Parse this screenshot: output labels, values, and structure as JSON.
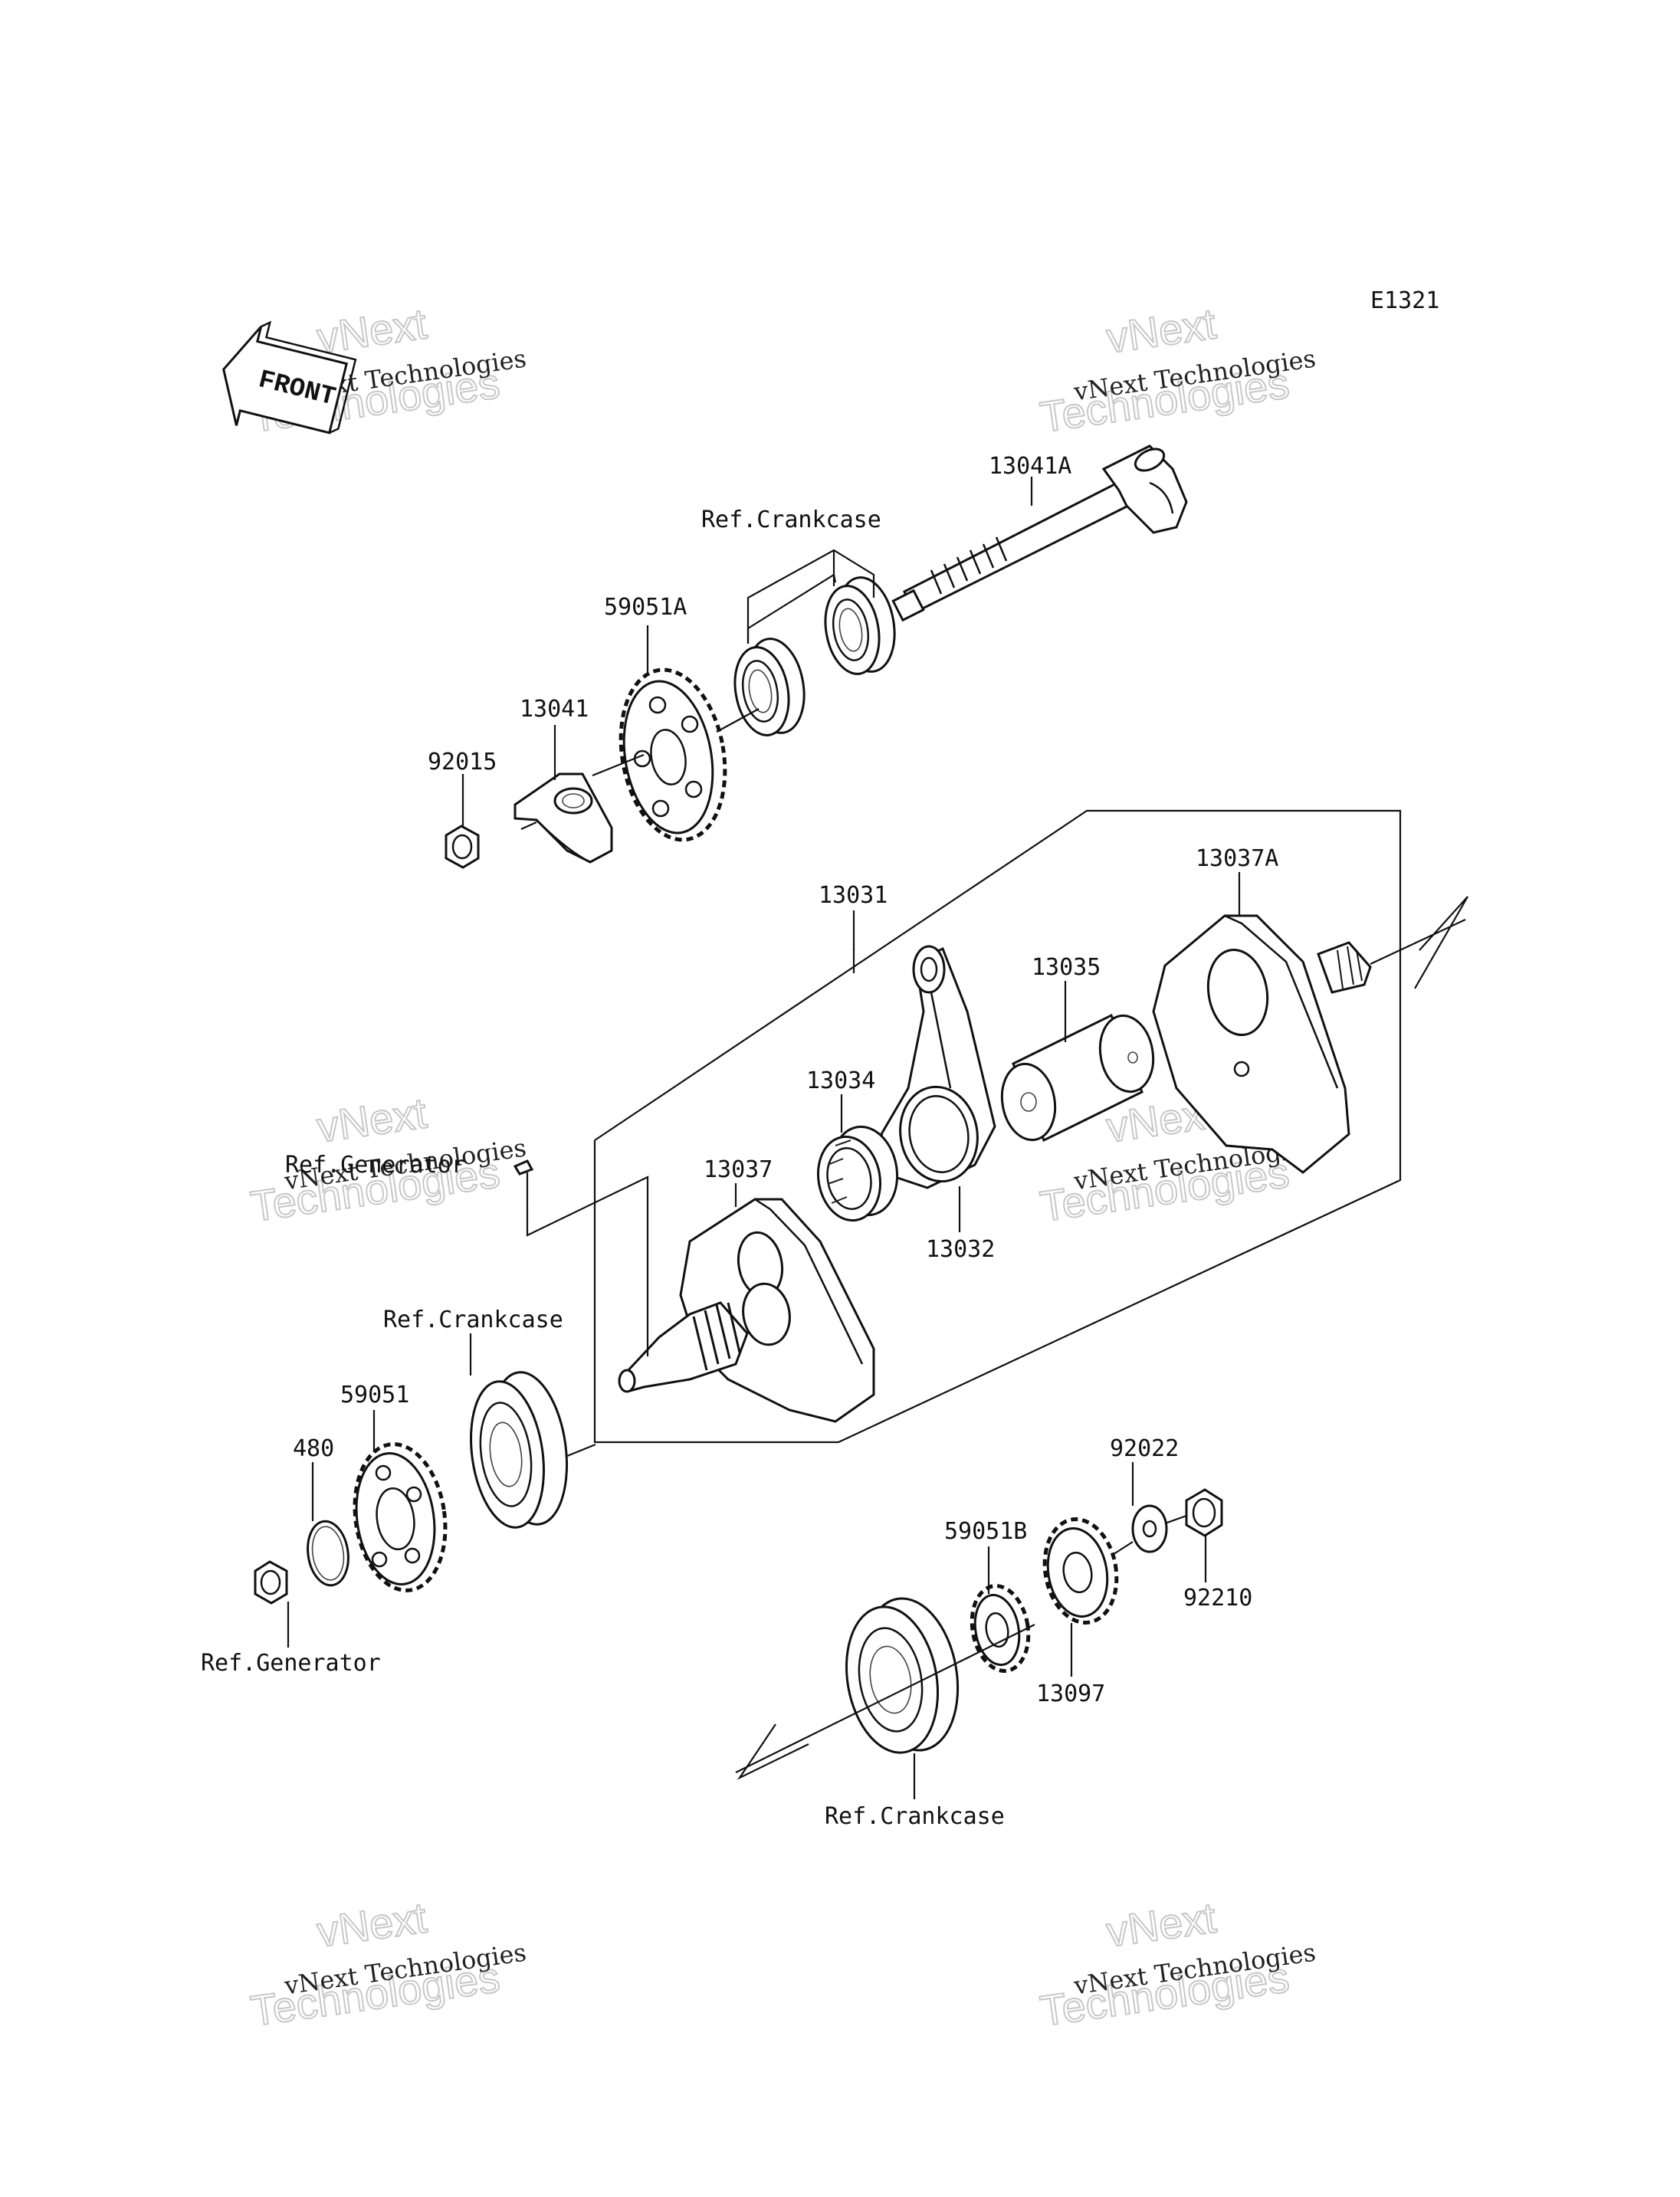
{
  "diagram_code": "E1321",
  "front_label": "FRONT",
  "watermarks": [
    {
      "line1": "vNext Technologies",
      "line2": "vNext",
      "line3": "Technologies"
    },
    {
      "line1": "vNext Technologies",
      "line2": "vNext",
      "line3": "Technologies"
    },
    {
      "line1": "vNext Technologies",
      "line2": "vNext",
      "line3": "Technologies"
    },
    {
      "line1": "vNext Technologies",
      "line2": "vNext",
      "line3": "Technologies"
    },
    {
      "line1": "vNext Technologies",
      "line2": "vNext",
      "line3": "Technologies"
    },
    {
      "line1": "vNext Technologies",
      "line2": "vNext",
      "line3": "Technologies"
    }
  ],
  "labels": {
    "p13041A": "13041A",
    "ref_crankcase_top": "Ref.Crankcase",
    "p59051A": "59051A",
    "p13041": "13041",
    "p92015": "92015",
    "p13037A": "13037A",
    "p13031": "13031",
    "p13035": "13035",
    "p13034": "13034",
    "p13037": "13037",
    "p13032": "13032",
    "ref_generator_top": "Ref.Generator",
    "ref_crankcase_mid": "Ref.Crankcase",
    "p59051": "59051",
    "p480": "480",
    "ref_generator_bottom": "Ref.Generator",
    "p92022": "92022",
    "p59051B": "59051B",
    "p92210": "92210",
    "p13097": "13097",
    "ref_crankcase_bottom": "Ref.Crankcase"
  }
}
